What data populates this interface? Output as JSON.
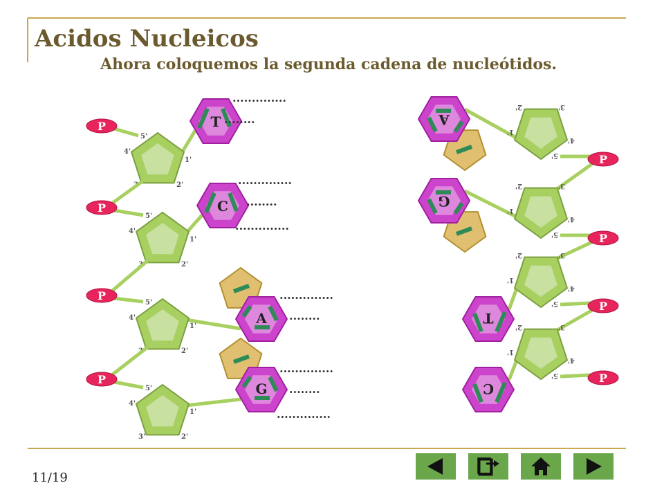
{
  "slide": {
    "title": "Acidos Nucleicos",
    "subtitle": "Ahora coloquemos la segunda cadena de nucleótidos.",
    "page": "11/19"
  },
  "colors": {
    "title": "#6b5a2e",
    "rule": "#c8a850",
    "phosphate": "#e8245c",
    "sugar": "#a8d060",
    "pyrimidine": "#cc44cc",
    "purine": "#e0c070",
    "bond": "#2e8b57",
    "nav": "#6aa64a"
  },
  "phosphate_label": "P",
  "carbons": {
    "c1": "1'",
    "c2": "2'",
    "c3": "3'",
    "c4": "4'",
    "c5": "5'"
  },
  "bond_dots": {
    "long": "..............",
    "short": "........"
  },
  "left_strand": [
    {
      "base": "T",
      "kind": "pyrimidine"
    },
    {
      "base": "C",
      "kind": "pyrimidine"
    },
    {
      "base": "A",
      "kind": "purine"
    },
    {
      "base": "G",
      "kind": "purine"
    }
  ],
  "right_strand": [
    {
      "base": "A",
      "kind": "purine"
    },
    {
      "base": "G",
      "kind": "purine"
    },
    {
      "base": "T",
      "kind": "pyrimidine"
    },
    {
      "base": "C",
      "kind": "pyrimidine"
    }
  ],
  "nav": {
    "prev": "previous-icon",
    "exit": "exit-icon",
    "home": "home-icon",
    "next": "next-icon"
  }
}
